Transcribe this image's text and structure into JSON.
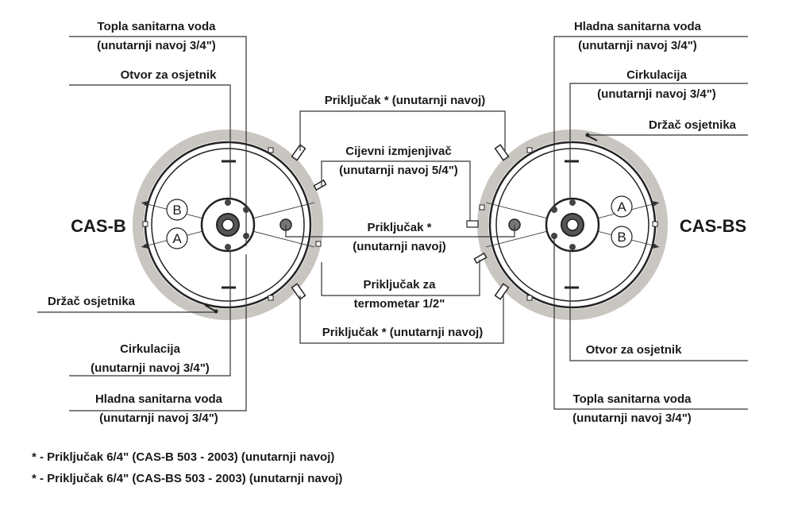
{
  "models": {
    "left": "CAS-B",
    "right": "CAS-BS"
  },
  "ports": {
    "a": "A",
    "b": "B"
  },
  "left_labels": {
    "hot_water": "Topla sanitarna voda",
    "hot_water_thread": "(unutarnji navoj 3/4\")",
    "sensor_opening": "Otvor za osjetnik",
    "sensor_holder": "Držač osjetnika",
    "circulation": "Cirkulacija",
    "circulation_thread": "(unutarnji navoj 3/4\")",
    "cold_water": "Hladna sanitarna voda",
    "cold_water_thread": "(unutarnji navoj 3/4\")"
  },
  "right_labels": {
    "cold_water": "Hladna sanitarna voda",
    "cold_water_thread": "(unutarnji navoj 3/4\")",
    "circulation": "Cirkulacija",
    "circulation_thread": "(unutarnji navoj 3/4\")",
    "sensor_holder": "Držač osjetnika",
    "sensor_opening": "Otvor za osjetnik",
    "hot_water": "Topla sanitarna voda",
    "hot_water_thread": "(unutarnji navoj 3/4\")"
  },
  "center_labels": {
    "connection_top": "Priključak * (unutarnji navoj)",
    "heat_exchanger": "Cijevni izmjenjivač",
    "heat_exchanger_thread": "(unutarnji navoj 5/4\")",
    "connection_mid": "Priključak *",
    "connection_mid_thread": "(unutarnji navoj)",
    "thermometer": "Priključak za",
    "thermometer_thread": "termometar 1/2\"",
    "connection_bottom": "Priključak * (unutarnji navoj)"
  },
  "footnotes": [
    "* - Priključak 6/4\" (CAS-B 503 - 2003) (unutarnji navoj)",
    "* - Priključak 6/4\" (CAS-BS 503 - 2003) (unutarnji navoj)"
  ],
  "colors": {
    "insulation": "#c9c6c1",
    "line": "#333333",
    "ink": "#1a1a1a"
  }
}
